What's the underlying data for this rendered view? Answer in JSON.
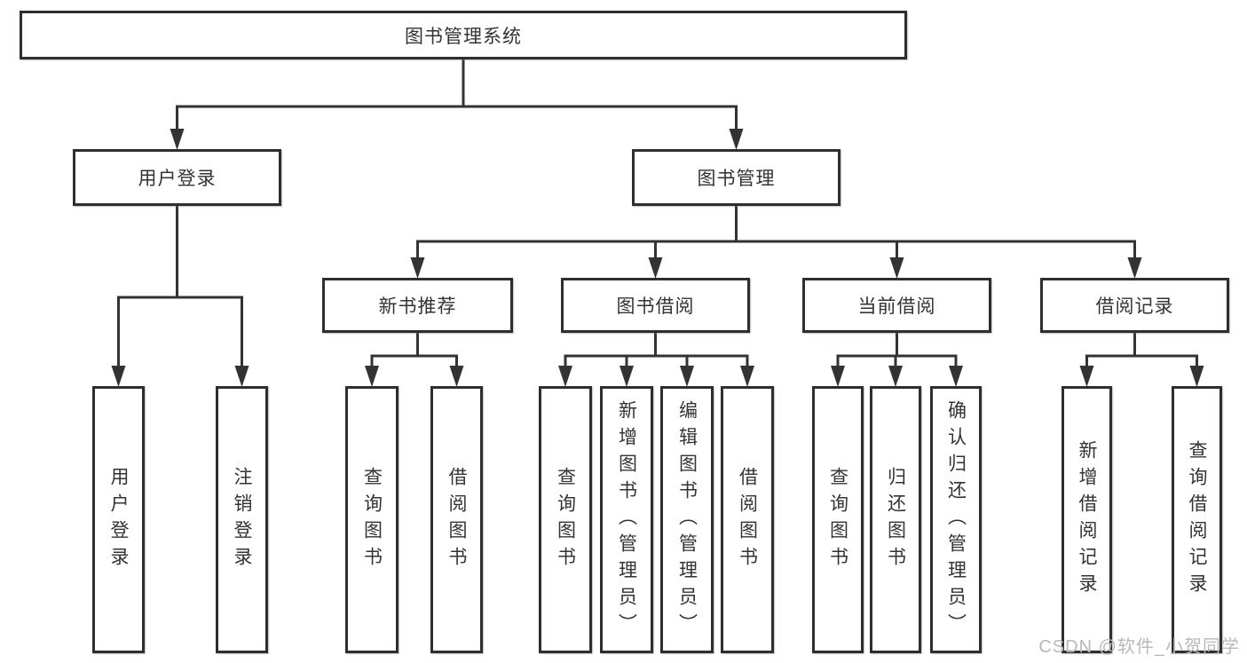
{
  "diagram": {
    "root_label": "图书管理系统",
    "user_login": {
      "label": "用户登录",
      "children": [
        "用户登录",
        "注销登录"
      ]
    },
    "book_mgmt": {
      "label": "图书管理",
      "sections": [
        {
          "label": "新书推荐",
          "children": [
            "查询图书",
            "借阅图书"
          ]
        },
        {
          "label": "图书借阅",
          "children": [
            "查询图书",
            "新增图书（管理员）",
            "编辑图书（管理员）",
            "借阅图书"
          ]
        },
        {
          "label": "当前借阅",
          "children": [
            "查询图书",
            "归还图书",
            "确认归还（管理员）"
          ]
        },
        {
          "label": "借阅记录",
          "children": [
            "新增借阅记录",
            "查询借阅记录"
          ]
        }
      ]
    }
  },
  "watermark": "CSDN @软件_小贺同学",
  "colors": {
    "line": "#333333",
    "border": "#2e2e2e",
    "text": "#333333",
    "background": "#ffffff",
    "watermark": "#b9b9b9"
  }
}
